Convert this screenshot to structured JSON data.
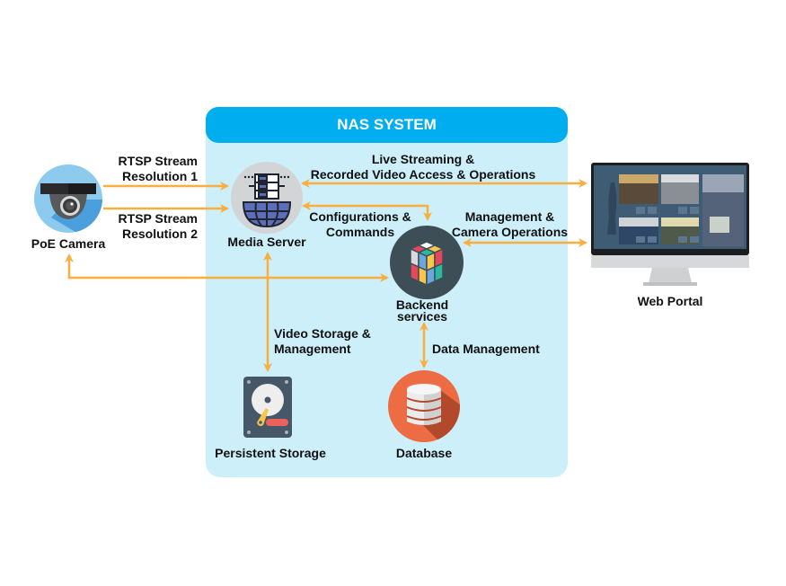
{
  "system": {
    "title": "NAS SYSTEM"
  },
  "nodes": {
    "camera": {
      "label": "PoE Camera",
      "icon": "camera-icon"
    },
    "media_server": {
      "label": "Media Server",
      "icon": "server-globe-icon"
    },
    "backend": {
      "label_line1": "Backend",
      "label_line2": "services",
      "icon": "cube-icon"
    },
    "storage": {
      "label": "Persistent Storage",
      "icon": "hard-drive-icon"
    },
    "database": {
      "label": "Database",
      "icon": "database-icon"
    },
    "web_portal": {
      "label": "Web Portal",
      "icon": "monitor-icon",
      "screen_title": "Cabin Video Monitoring System"
    }
  },
  "edges": {
    "rtsp1": {
      "line1": "RTSP Stream",
      "line2": "Resolution 1"
    },
    "rtsp2": {
      "line1": "RTSP Stream",
      "line2": "Resolution 2"
    },
    "live": {
      "line1": "Live Streaming &",
      "line2": "Recorded Video Access & Operations"
    },
    "config": {
      "line1": "Configurations &",
      "line2": "Commands"
    },
    "mgmt": {
      "line1": "Management &",
      "line2": "Camera Operations"
    },
    "video_storage": {
      "line1": "Video Storage &",
      "line2": "Management"
    },
    "data_mgmt": {
      "line1": "Data Management"
    }
  },
  "colors": {
    "system_header": "#00adee",
    "system_fill": "#cdeffa",
    "arrow": "#f9ae3d"
  }
}
